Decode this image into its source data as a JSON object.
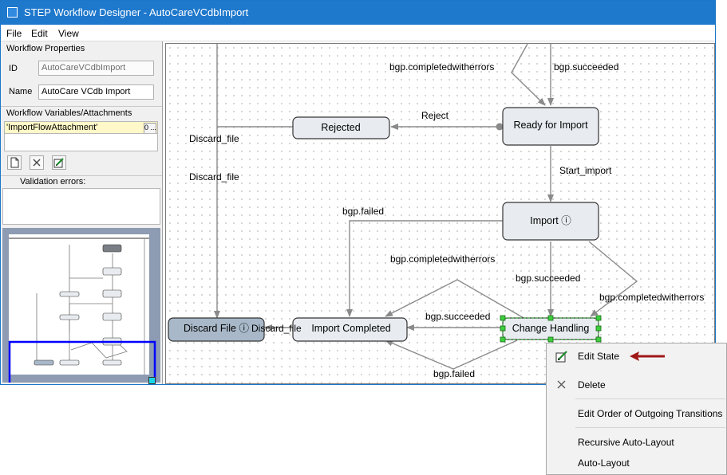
{
  "window": {
    "title": "STEP Workflow Designer - AutoCareVCdbImport"
  },
  "menu": [
    "File",
    "Edit",
    "View"
  ],
  "properties": {
    "section_title": "Workflow Properties",
    "id_label": "ID",
    "id_value": "AutoCareVCdbImport",
    "name_label": "Name",
    "name_value": "AutoCare VCdb Import"
  },
  "variables": {
    "section_title": "Workflow Variables/Attachments",
    "item": "'ImportFlowAttachment'",
    "item_button": "0 ..."
  },
  "validation": {
    "label": "Validation errors:"
  },
  "diagram": {
    "states": {
      "ready_for_import": "Ready for Import",
      "rejected": "Rejected",
      "import": "Import ⓘ",
      "change_handling": "Change Handling",
      "import_completed": "Import Completed",
      "discard_file": "Discard File ⓘ"
    },
    "transitions": {
      "completed_with_errors_top": "bgp.completedwitherrors",
      "succeeded_top": "bgp.succeeded",
      "reject": "Reject",
      "discard_file_1": "Discard_file",
      "discard_file_2": "Discard_file",
      "start_import": "Start_import",
      "failed_left": "bgp.failed",
      "completed_with_errors_mid": "bgp.completedwitherrors",
      "succeeded_mid": "bgp.succeeded",
      "completed_with_errors_right": "bgp.completedwitherrors",
      "succeeded_bottom": "bgp.succeeded",
      "discard_file_3": "Discard_file",
      "failed_bottom": "bgp.failed"
    }
  },
  "context_menu": {
    "edit_state": "Edit State",
    "delete": "Delete",
    "edit_order": "Edit Order of Outgoing Transitions",
    "recursive_auto_layout": "Recursive Auto-Layout",
    "auto_layout": "Auto-Layout"
  },
  "colors": {
    "titlebar": "#1e78cc",
    "state_fill": "#e8ecf0",
    "terminal_state_fill": "#a8b8c8",
    "edge": "#8a8a8a",
    "overview_bg": "#8d9bb3",
    "viewport": "#0000ff",
    "arrow_annotation": "#a01818"
  }
}
